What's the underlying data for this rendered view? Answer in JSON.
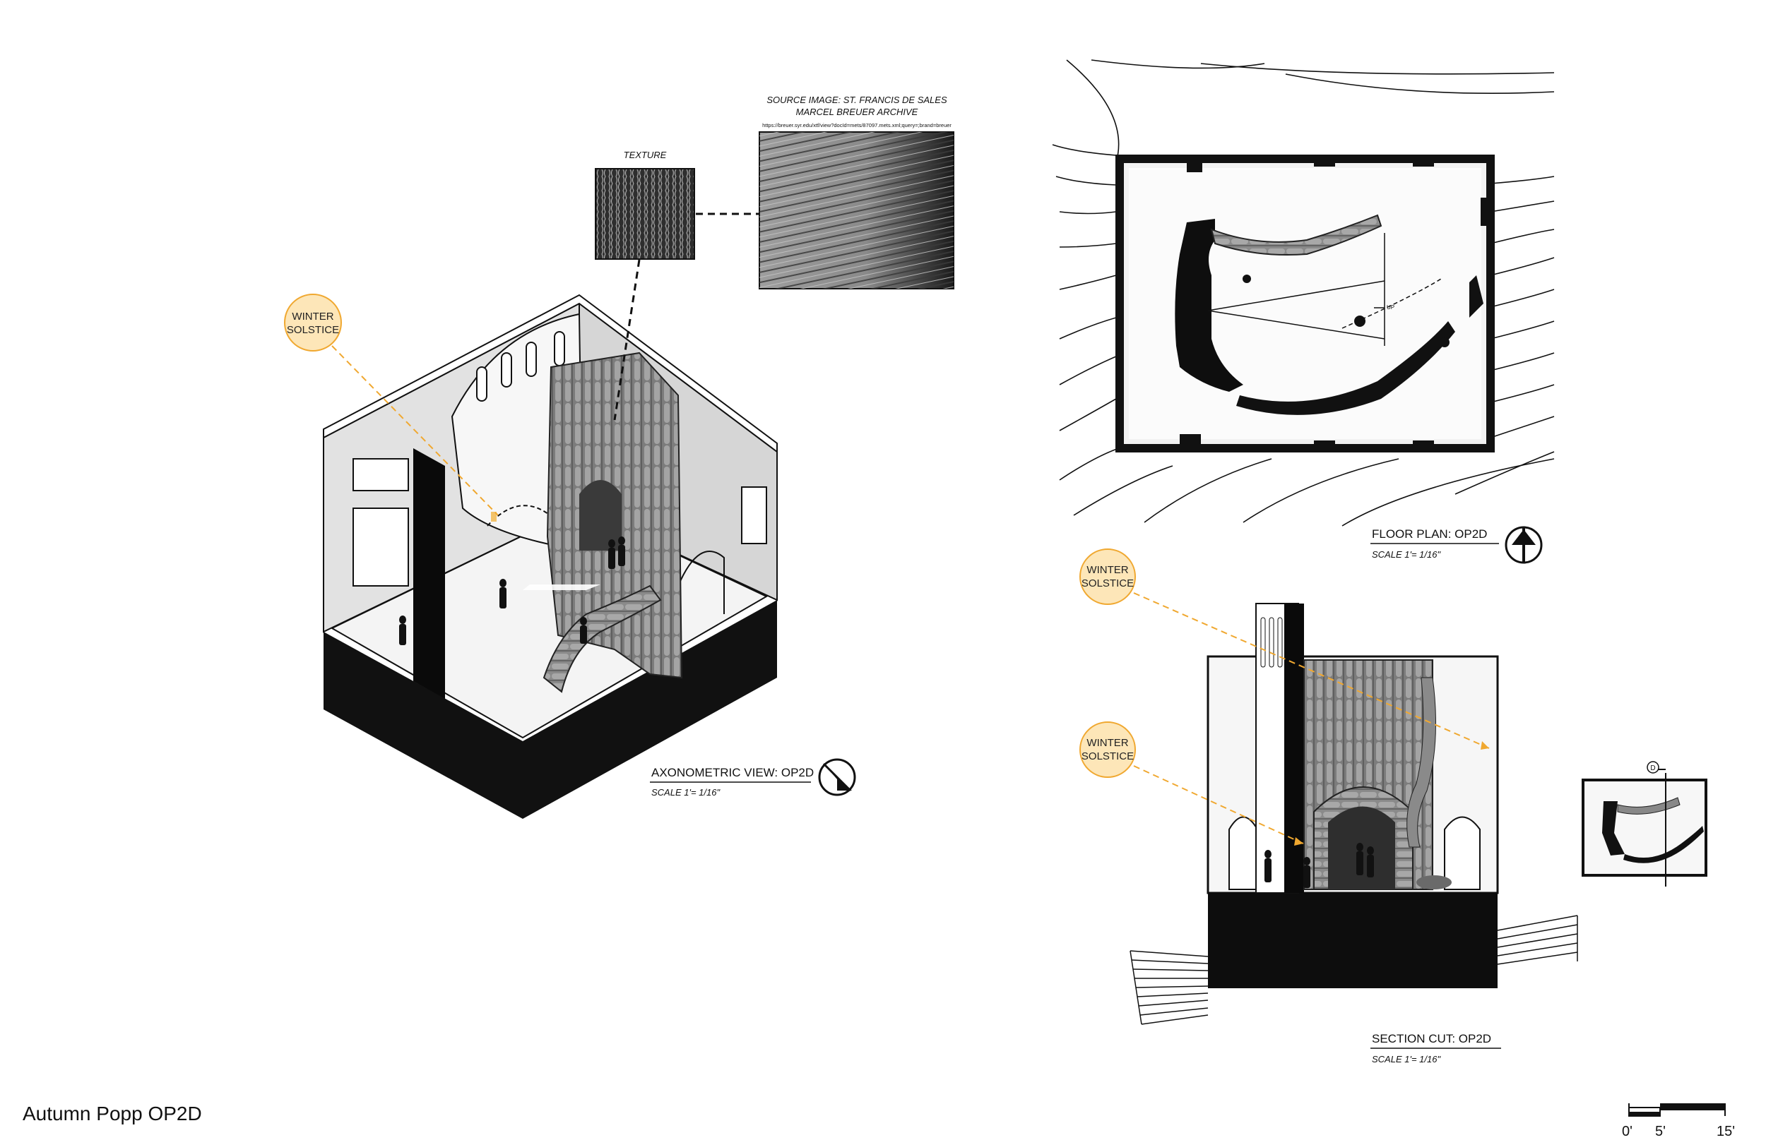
{
  "sheet": {
    "author_title": "Autumn Popp OP2D"
  },
  "source_image": {
    "title_line1": "SOURCE IMAGE: ST. FRANCIS DE SALES",
    "title_line2": "MARCEL BREUER ARCHIVE",
    "url": "https://breuer.syr.edu/xtf/view?docId=mets/87097.mets.xml;query=;brand=breuer"
  },
  "texture": {
    "label": "TEXTURE"
  },
  "callouts": {
    "axon": {
      "line1": "WINTER",
      "line2": "SOLSTICE"
    },
    "section_upper": {
      "line1": "WINTER",
      "line2": "SOLSTICE"
    },
    "section_lower": {
      "line1": "WINTER",
      "line2": "SOLSTICE"
    }
  },
  "axonometric": {
    "title": "AXONOMETRIC VIEW: OP2D",
    "scale": "SCALE 1'= 1/16\""
  },
  "floor_plan": {
    "title": "FLOOR PLAN: OP2D",
    "scale": "SCALE 1'= 1/16\"",
    "up_label": "UP"
  },
  "section": {
    "title": "SECTION CUT: OP2D",
    "scale": "SCALE 1'= 1/16\"",
    "key_marker": "D"
  },
  "scale_bar": {
    "labels": [
      "0'",
      "5'",
      "15'"
    ]
  },
  "colors": {
    "callout_fill": "#fde6b8",
    "callout_stroke": "#f0a830",
    "leader": "#f0a830",
    "ink": "#111111",
    "wall_gray": "#e6e6e6"
  }
}
